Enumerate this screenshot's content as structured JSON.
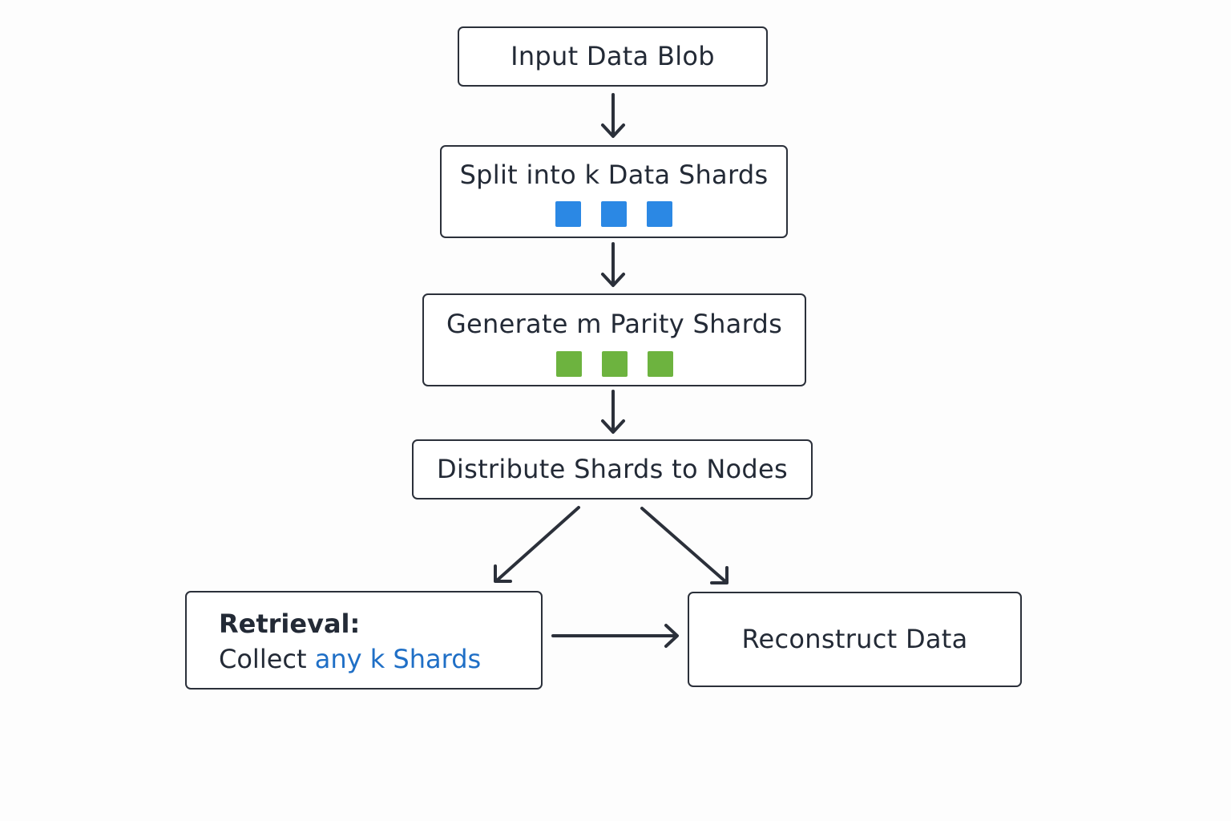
{
  "steps": {
    "input": {
      "label": "Input Data Blob"
    },
    "split": {
      "label": "Split into k Data Shards",
      "shard_count": 3,
      "shard_color": "#2b88e4"
    },
    "parity": {
      "label": "Generate m Parity Shards",
      "shard_count": 3,
      "shard_color": "#6db33f"
    },
    "distribute": {
      "label": "Distribute Shards to Nodes"
    },
    "retrieval": {
      "title": "Retrieval:",
      "prefix": "Collect",
      "highlight": "any k Shards",
      "highlight_color": "#1f6fc6"
    },
    "reconstruct": {
      "label": "Reconstruct Data"
    }
  },
  "colors": {
    "stroke": "#2b303a",
    "text": "#232a36",
    "background": "#fdfdfd"
  }
}
